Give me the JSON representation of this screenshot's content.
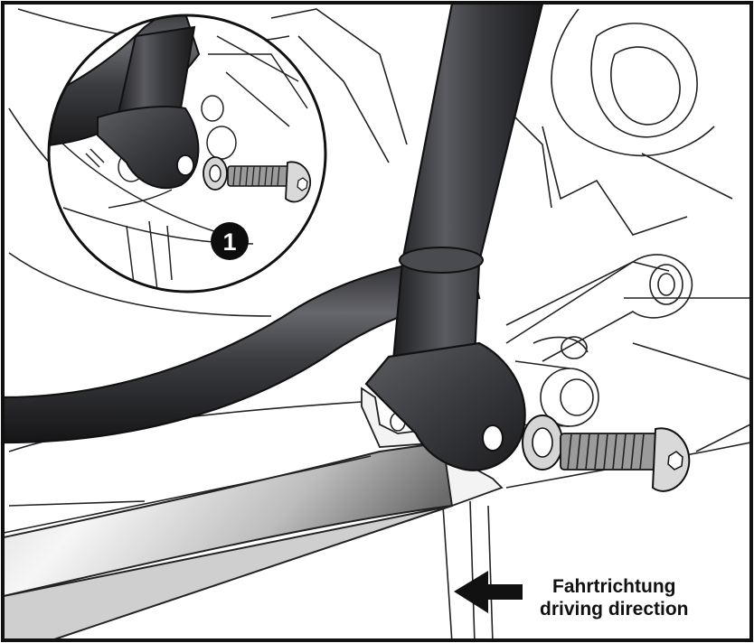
{
  "figure": {
    "step_number": "1",
    "direction_label_de": "Fahrtrichtung",
    "direction_label_en": "driving direction",
    "colors": {
      "frame": "#1a1a1a",
      "tube_dark": "#2b2b2d",
      "tube_mid": "#55565a",
      "tube_light": "#8a8b90",
      "line_art": "#222222",
      "badge": "#0d0d0d"
    },
    "icons": [
      "arrow-left-icon",
      "step-badge-icon",
      "bolt-icon",
      "washer-icon",
      "crash-bar-icon",
      "bash-plate-icon",
      "detail-magnifier"
    ]
  }
}
